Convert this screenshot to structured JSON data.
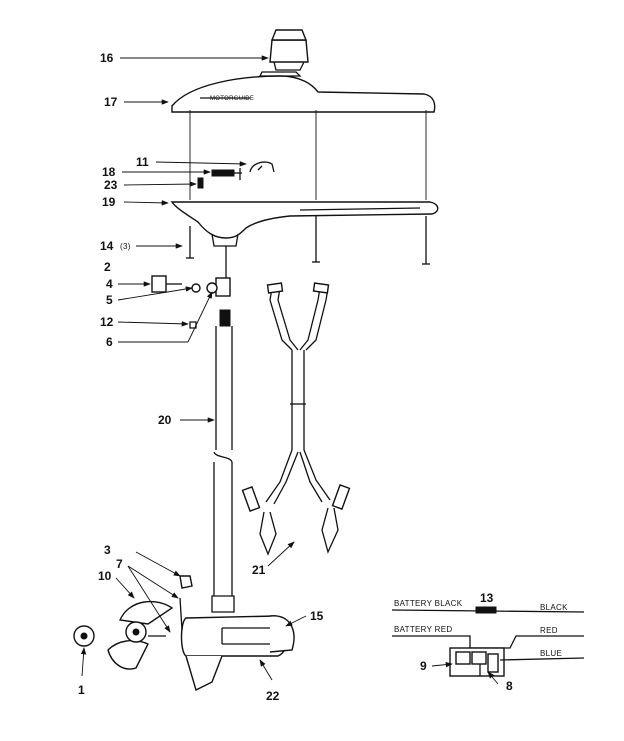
{
  "callouts": {
    "c1": "1",
    "c2": "2",
    "c3": "3",
    "c4": "4",
    "c5": "5",
    "c6": "6",
    "c7": "7",
    "c8": "8",
    "c9": "9",
    "c10": "10",
    "c11": "11",
    "c12": "12",
    "c13": "13",
    "c14": "14",
    "c14_qty": "(3)",
    "c15": "15",
    "c16": "16",
    "c17": "17",
    "c18": "18",
    "c19": "19",
    "c20": "20",
    "c21": "21",
    "c22": "22",
    "c23": "23"
  },
  "wiring": {
    "battery_black": "BATTERY BLACK",
    "battery_red": "BATTERY RED",
    "black": "BLACK",
    "red": "RED",
    "blue": "BLUE"
  }
}
